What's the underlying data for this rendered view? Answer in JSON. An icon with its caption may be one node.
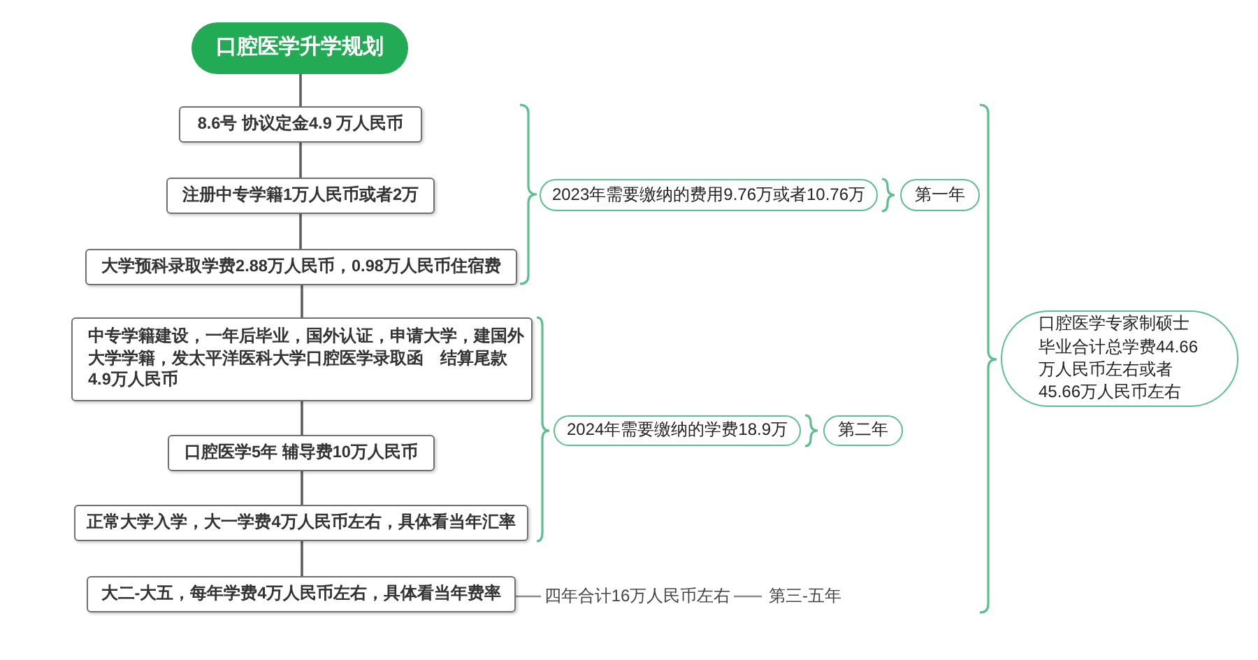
{
  "diagram": {
    "nodes": [
      {
        "text": [
          "口腔医学升学规划"
        ]
      },
      {
        "text": [
          "8.6号 协议定金4.9 万人民币"
        ]
      },
      {
        "text": [
          "注册中专学籍1万人民币或者2万"
        ]
      },
      {
        "text": [
          "大学预科录取学费2.88万人民币，0.98万人民币住宿费"
        ]
      },
      {
        "text": [
          "中专学籍建设，一年后毕业，国外认证，申请大学，建国外大学学籍，发太平洋医科大学口腔医学录取函　结算尾款4.9万人民币"
        ]
      },
      {
        "text": [
          "口腔医学5年 辅导费10万人民币"
        ]
      },
      {
        "text": [
          "正常大学入学，大一学费4万人民币左右，具体看当年汇率"
        ]
      },
      {
        "text": [
          "大二-大五，每年学费4万人民币左右，具体看当年费率"
        ]
      },
      {
        "text": [
          "2023年需要缴纳的费用9.76万或者10.76万"
        ]
      },
      {
        "text": [
          "第一年"
        ]
      },
      {
        "text": [
          "2024年需要缴纳的学费18.9万"
        ]
      },
      {
        "text": [
          "第二年"
        ]
      },
      {
        "text": [
          "口腔医学专家制硕士毕业合计总学费44.66万人民币左右或者45.66万人民币左右"
        ]
      },
      {
        "text": [
          "四年合计16万人民币左右"
        ]
      },
      {
        "text": [
          "第三-五年"
        ]
      }
    ],
    "edges": [
      {
        "from": 0,
        "to": 1,
        "arrow": "none"
      },
      {
        "from": 1,
        "to": 2,
        "arrow": "none"
      },
      {
        "from": 2,
        "to": 3,
        "arrow": "none"
      },
      {
        "from": 3,
        "to": 4,
        "arrow": "none"
      },
      {
        "from": 4,
        "to": 5,
        "arrow": "none"
      },
      {
        "from": 5,
        "to": 6,
        "arrow": "none"
      },
      {
        "from": 6,
        "to": 7,
        "arrow": "none"
      },
      {
        "from": 7,
        "to": 13,
        "arrow": "none",
        "color": "#8c8c8c"
      },
      {
        "from": 13,
        "to": 14,
        "arrow": "none",
        "color": "#8c8c8c"
      }
    ]
  }
}
